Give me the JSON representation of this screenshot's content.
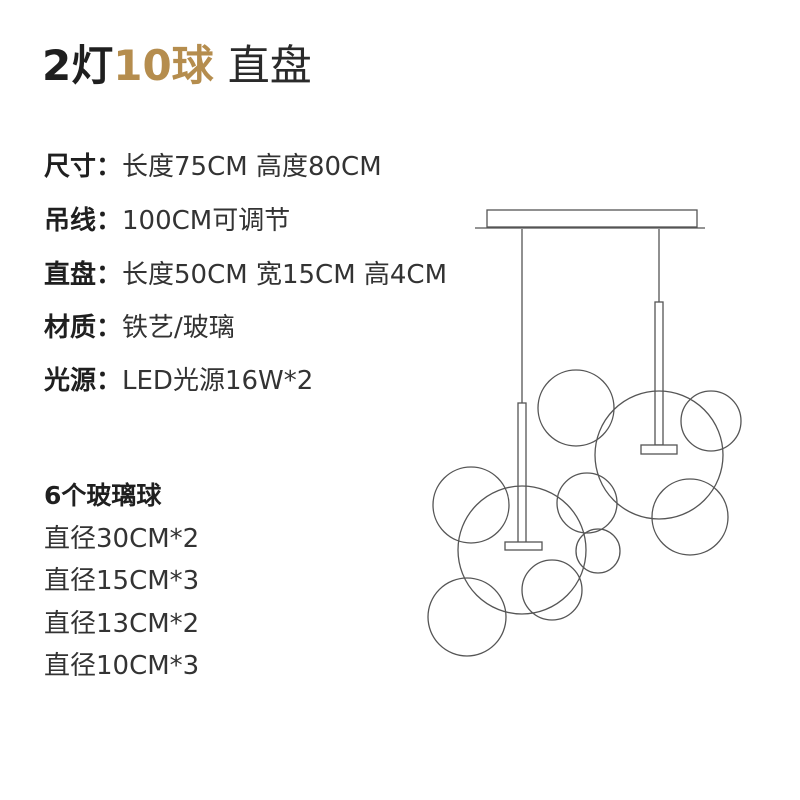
{
  "title": {
    "part1": "2灯",
    "part2": "10球",
    "part3": "直盘"
  },
  "specs": [
    {
      "label": "尺寸：",
      "value": "长度75CM  高度80CM"
    },
    {
      "label": "吊线：",
      "value": "100CM可调节"
    },
    {
      "label": "直盘：",
      "value": "长度50CM  宽15CM  高4CM"
    },
    {
      "label": "材质：",
      "value": "铁艺/玻璃"
    },
    {
      "label": "光源：",
      "value": "LED光源16W*2"
    }
  ],
  "balls": {
    "heading": "6个玻璃球",
    "items": [
      "直径30CM*2",
      "直径15CM*3",
      "直径13CM*2",
      "直径10CM*3"
    ]
  },
  "colors": {
    "accent": "#b58d4e",
    "line": "#555555"
  }
}
